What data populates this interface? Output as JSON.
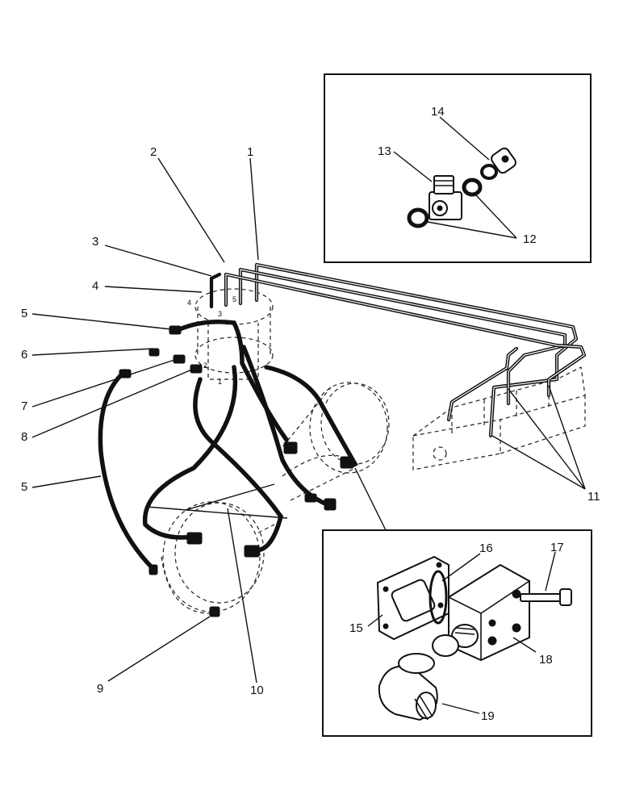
{
  "callouts": {
    "c1": "1",
    "c2": "2",
    "c3": "3",
    "c4": "4",
    "c5a": "5",
    "c5b": "5",
    "c6": "6",
    "c7": "7",
    "c8": "8",
    "c9": "9",
    "c10": "10",
    "c11": "11",
    "c12": "12",
    "c13": "13",
    "c14": "14",
    "c15": "15",
    "c16": "16",
    "c17": "17",
    "c18": "18",
    "c19": "19"
  },
  "port_marks": {
    "p1": "1",
    "p2": "2",
    "p3": "3",
    "p4": "4",
    "p5": "5"
  }
}
